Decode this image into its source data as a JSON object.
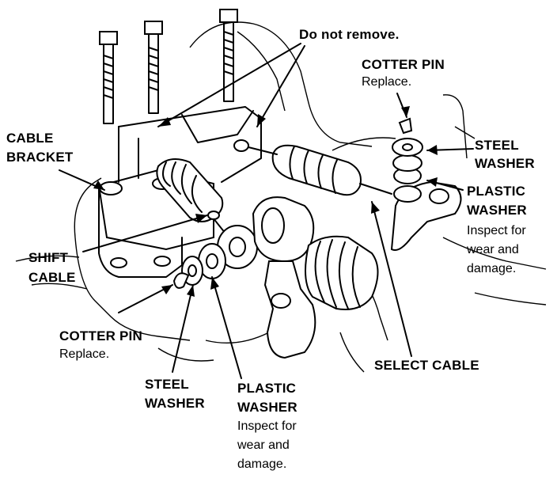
{
  "labels": {
    "do_not_remove": "Do not remove.",
    "cotter_pin_top": "COTTER PIN",
    "cotter_pin_top_note": "Replace.",
    "steel_washer_right_1": "STEEL",
    "steel_washer_right_2": "WASHER",
    "plastic_washer_right_1": "PLASTIC",
    "plastic_washer_right_2": "WASHER",
    "plastic_washer_right_note_1": "Inspect for",
    "plastic_washer_right_note_2": "wear and",
    "plastic_washer_right_note_3": "damage.",
    "cable_bracket_1": "CABLE",
    "cable_bracket_2": "BRACKET",
    "shift_cable_1": "SHIFT",
    "shift_cable_2": "CABLE",
    "cotter_pin_bottom": "COTTER PIN",
    "cotter_pin_bottom_note": "Replace.",
    "steel_washer_bottom_1": "STEEL",
    "steel_washer_bottom_2": "WASHER",
    "plastic_washer_bottom_1": "PLASTIC",
    "plastic_washer_bottom_2": "WASHER",
    "plastic_washer_bottom_note_1": "Inspect for",
    "plastic_washer_bottom_note_2": "wear and",
    "plastic_washer_bottom_note_3": "damage.",
    "select_cable": "SELECT CABLE"
  },
  "colors": {
    "ink": "#000000",
    "paper": "#ffffff"
  }
}
